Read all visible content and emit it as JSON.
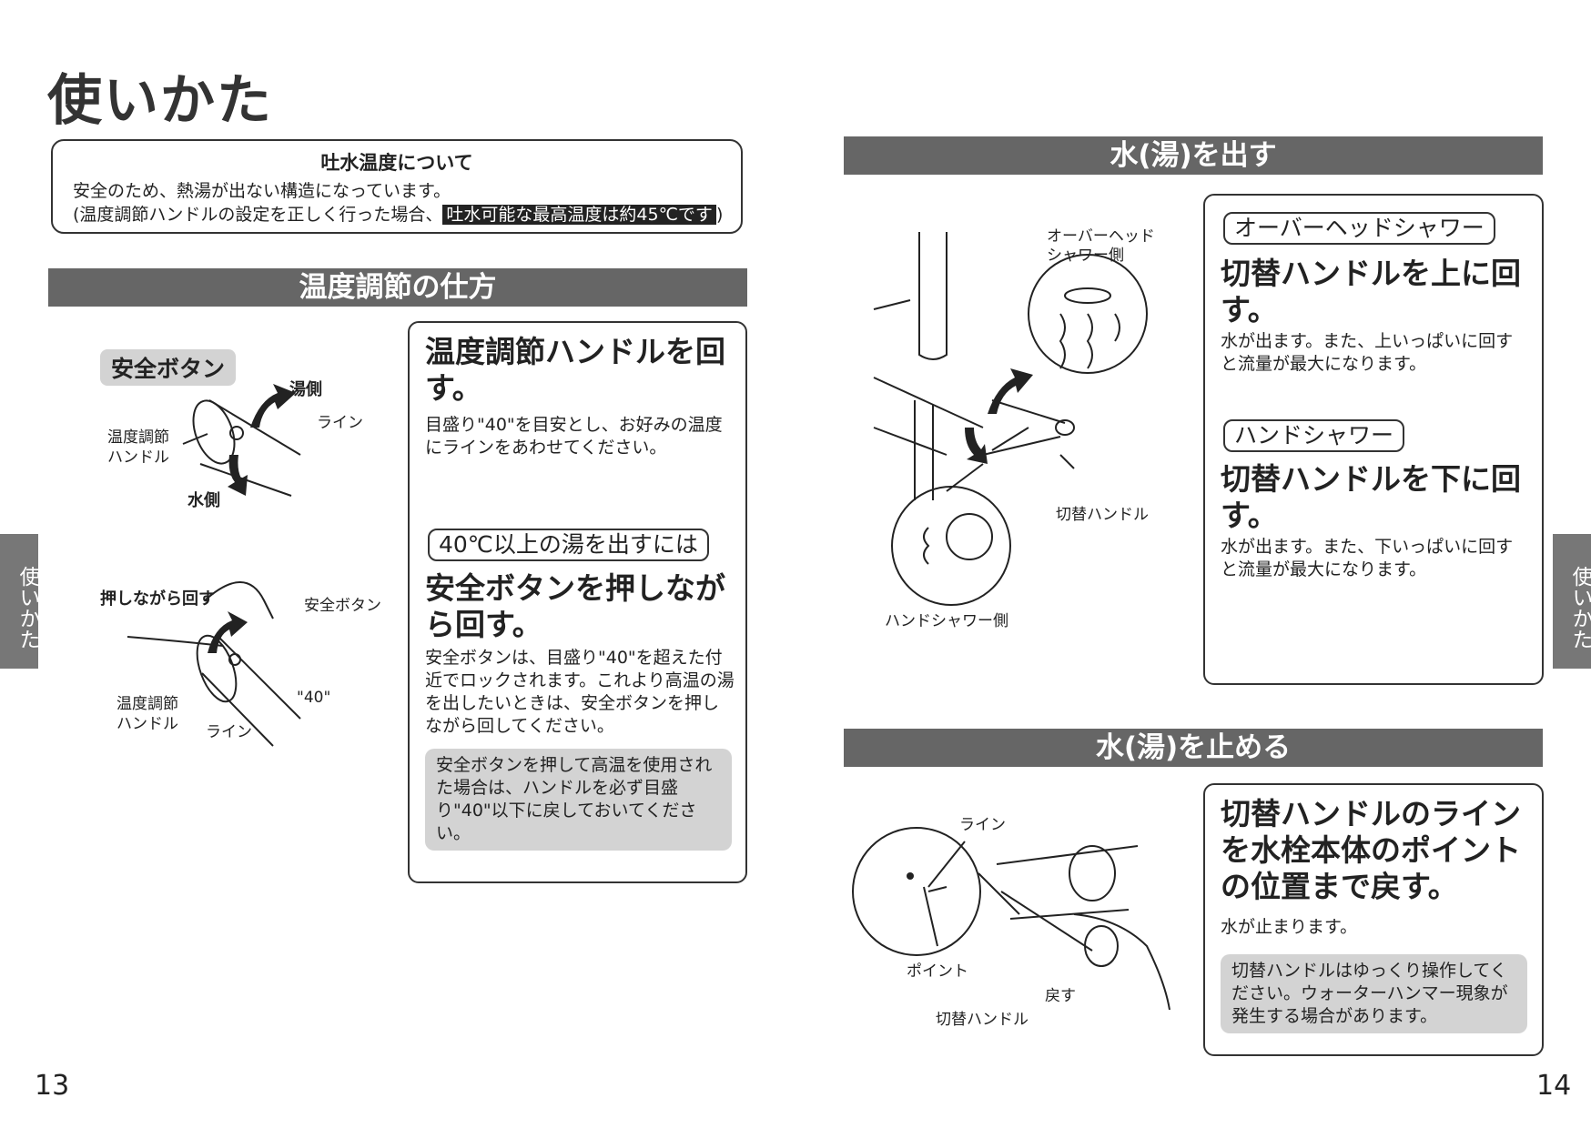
{
  "page_title": "使いかた",
  "notice": {
    "title": "吐水温度について",
    "line1": "安全のため、熱湯が出ない構造になっています。",
    "line2_prefix": "(温度調節ハンドルの設定を正しく行った場合、",
    "line2_highlight": "吐水可能な最高温度は約45℃です",
    "line2_suffix": ")"
  },
  "temp_section": {
    "title": "温度調節の仕方",
    "box": {
      "heading": "温度調節ハンドルを回す。",
      "text": "目盛り\"40\"を目安とし、お好みの温度にラインをあわせてください。",
      "tag": "40℃以上の湯を出すには",
      "heading2": "安全ボタンを押しながら回す。",
      "text2": "安全ボタンは、目盛り\"40\"を超えた付近でロックされます。これより高温の湯を出したいときは、安全ボタンを押しながら回してください。",
      "note": "安全ボタンを押して高温を使用された場合は、ハンドルを必ず目盛り\"40\"以下に戻しておいてください。"
    },
    "fig1": {
      "pill": "安全ボタン",
      "hot_side": "湯側",
      "line": "ライン",
      "handle": "温度調節\nハンドル",
      "cold_side": "水側"
    },
    "fig2": {
      "push_turn": "押しながら回す",
      "safety_button": "安全ボタン",
      "scale40": "\"40\"",
      "handle": "温度調節\nハンドル",
      "line": "ライン"
    }
  },
  "water_on": {
    "title": "水(湯)を出す",
    "fig": {
      "overhead_side": "オーバーヘッド\nシャワー側",
      "switch_handle": "切替ハンドル",
      "hand_side": "ハンドシャワー側"
    },
    "box": {
      "tag1": "オーバーヘッドシャワー",
      "heading1": "切替ハンドルを上に回す。",
      "text1": "水が出ます。また、上いっぱいに回すと流量が最大になります。",
      "tag2": "ハンドシャワー",
      "heading2": "切替ハンドルを下に回す。",
      "text2": "水が出ます。また、下いっぱいに回すと流量が最大になります。"
    }
  },
  "water_off": {
    "title": "水(湯)を止める",
    "fig": {
      "line": "ライン",
      "point": "ポイント",
      "return": "戻す",
      "switch_handle": "切替ハンドル"
    },
    "box": {
      "heading": "切替ハンドルのラインを水栓本体のポイントの位置まで戻す。",
      "text": "水が止まります。",
      "note": "切替ハンドルはゆっくり操作してください。ウォーターハンマー現象が発生する場合があります。"
    }
  },
  "side_tab_left": "使いかた",
  "side_tab_right": "使いかた",
  "page_left": "13",
  "page_right": "14"
}
